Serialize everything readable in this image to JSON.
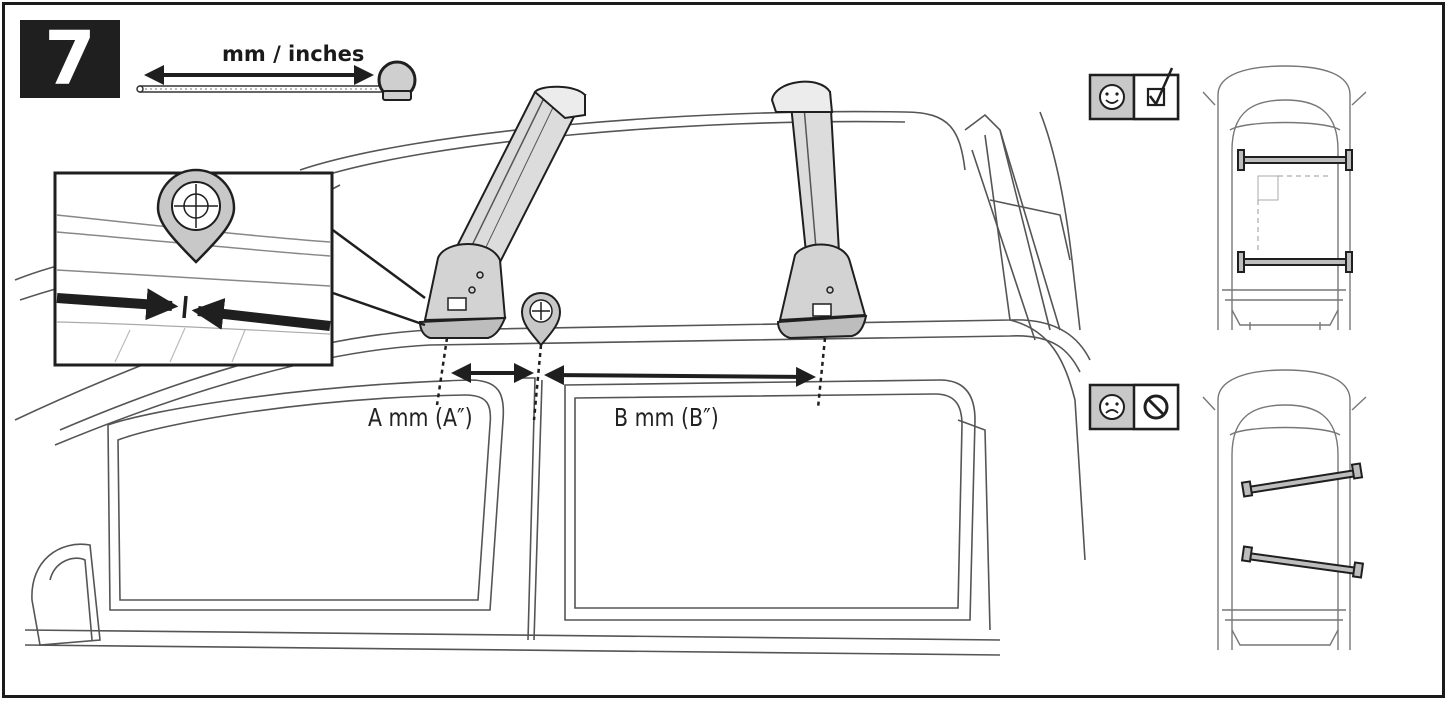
{
  "step": {
    "number": "7"
  },
  "measure": {
    "unit_label": "mm / inches"
  },
  "labels": {
    "a": "A mm (A″)",
    "b": "B mm (B″)"
  },
  "colors": {
    "ink": "#1f1f1f",
    "bar": "#d9d9d9",
    "status_bg": "#c8c8c8",
    "line": "#555555"
  },
  "icons": [
    "tape-measure-icon",
    "location-pin-crosshair-icon",
    "smiley-happy-icon",
    "checkbox-checked-icon",
    "smiley-sad-icon",
    "prohibited-icon"
  ]
}
